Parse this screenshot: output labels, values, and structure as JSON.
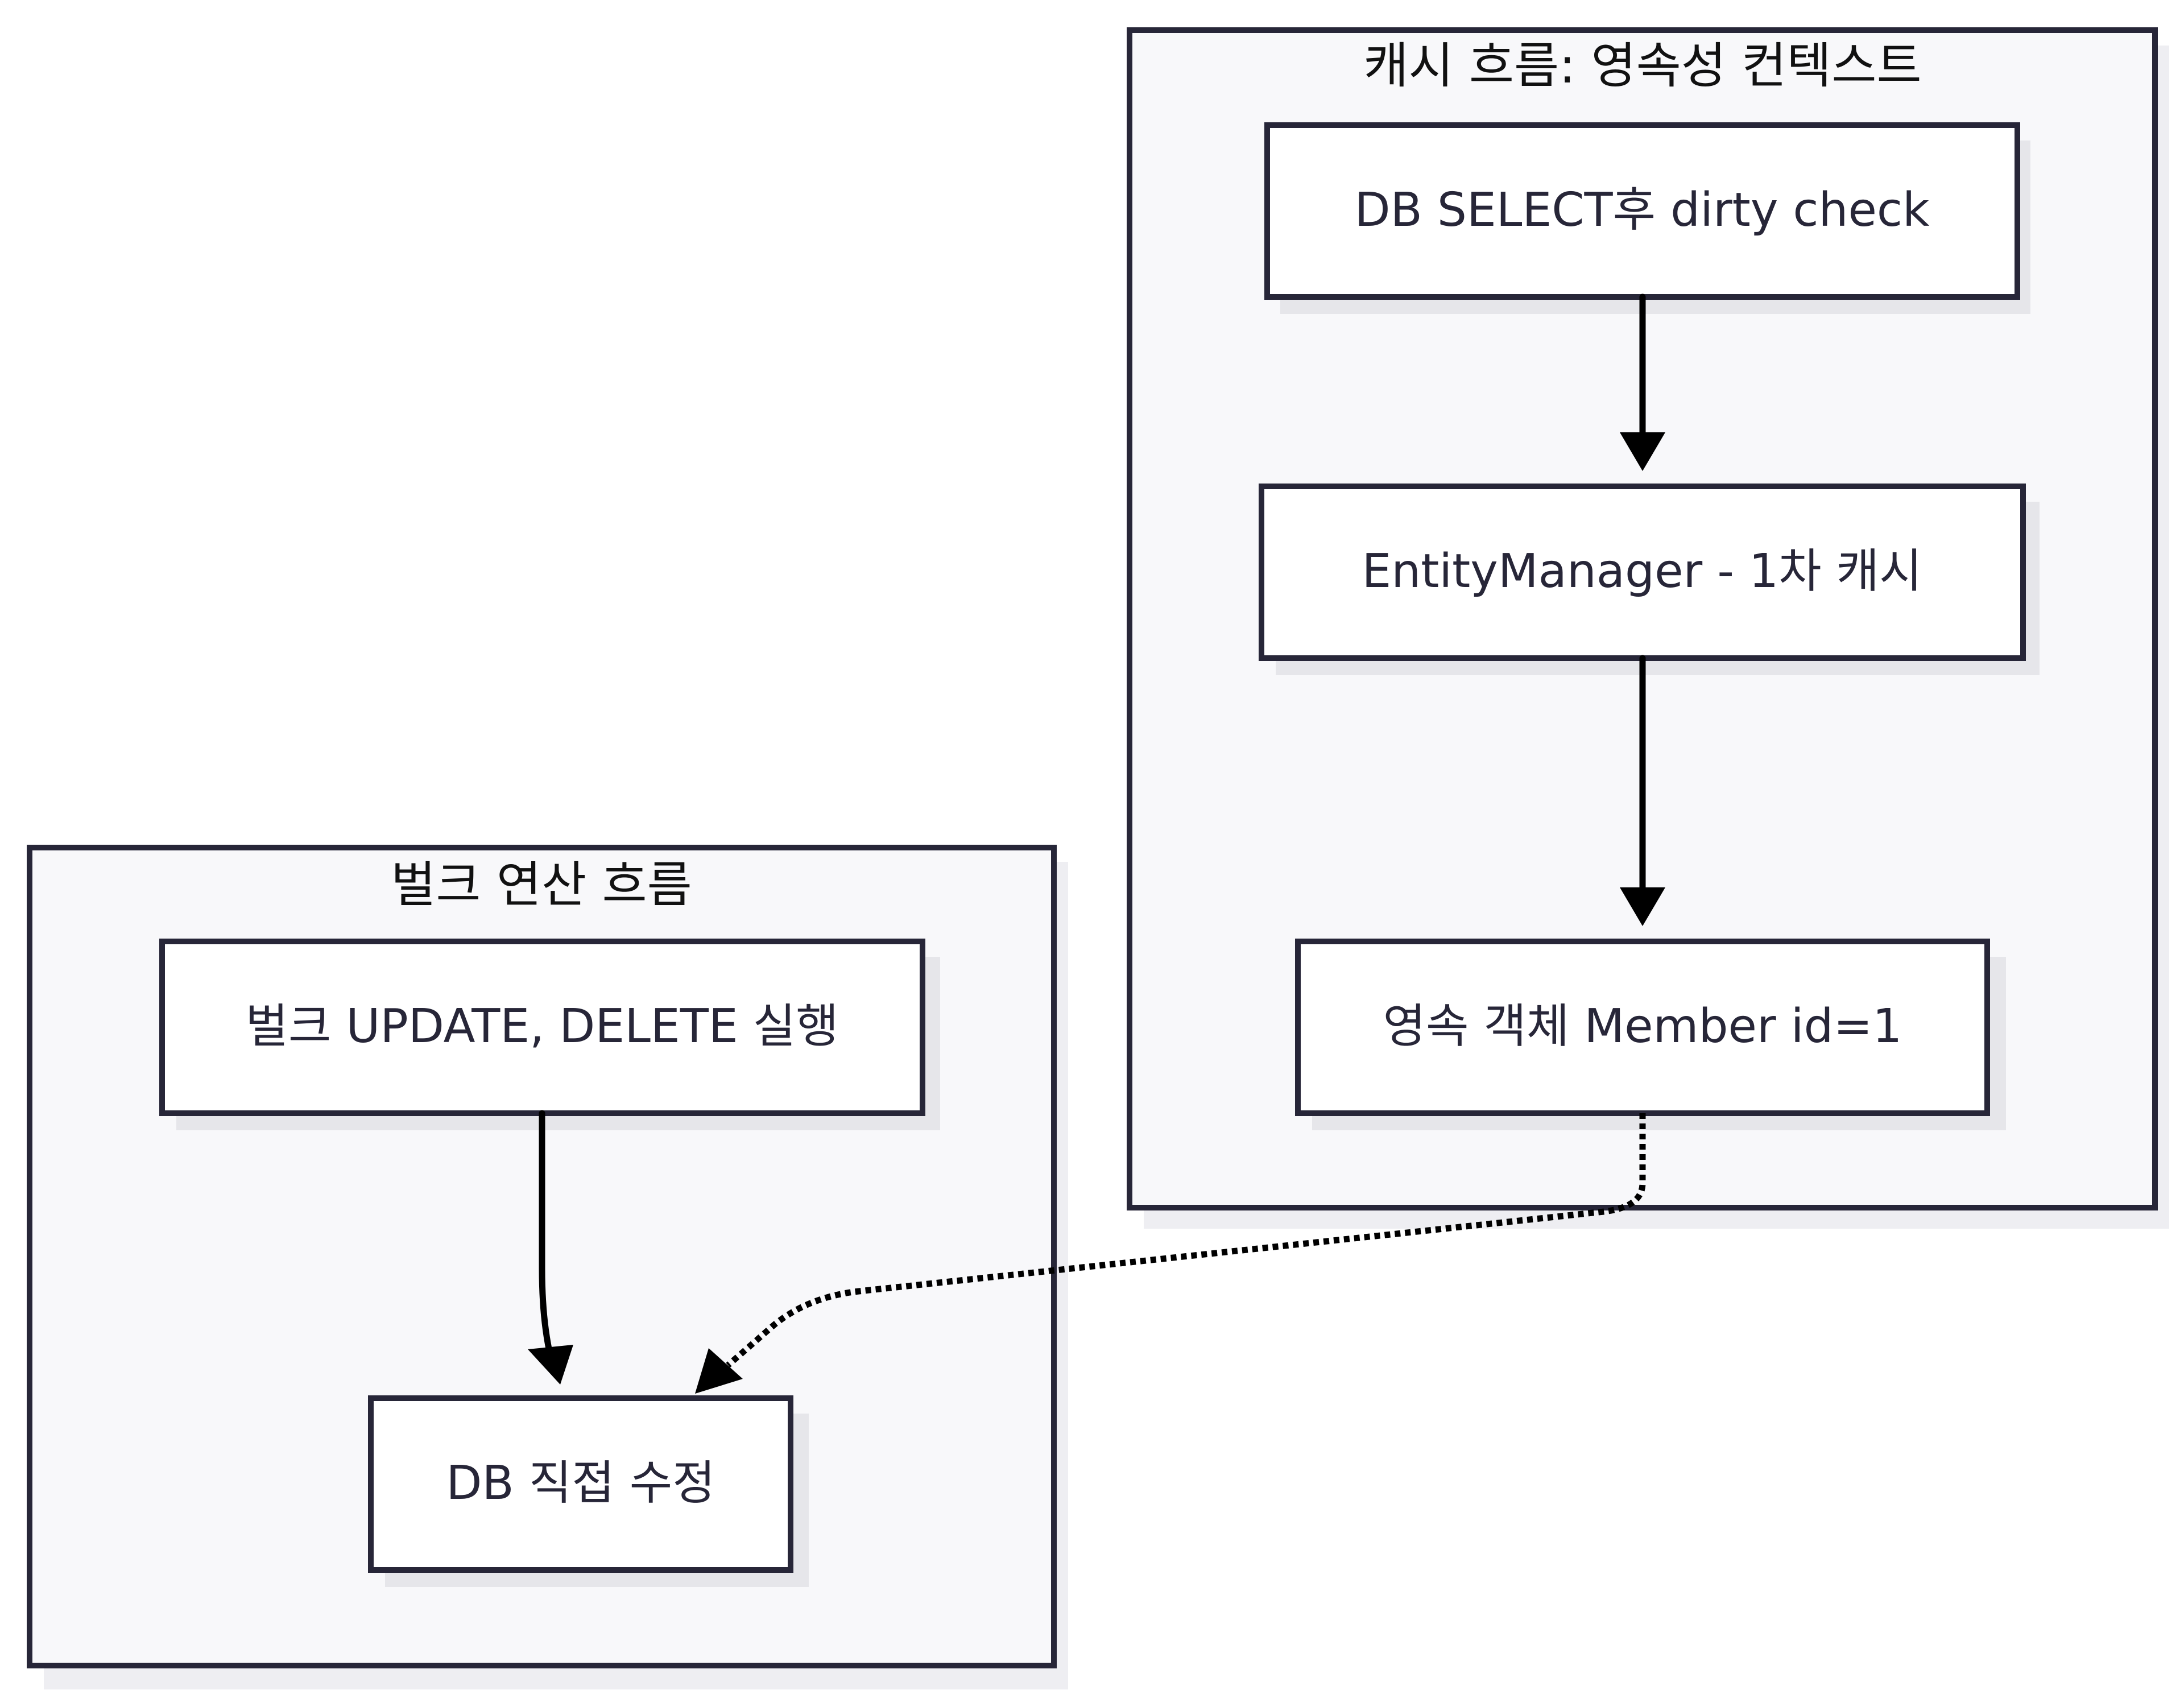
{
  "clusters": {
    "cache": {
      "title": "캐시 흐름: 영속성 컨텍스트"
    },
    "bulk": {
      "title": "벌크 연산 흐름"
    }
  },
  "nodes": {
    "select_dirty": {
      "label": "DB SELECT후 dirty check"
    },
    "entity_manager": {
      "label": "EntityManager - 1차 캐시"
    },
    "persistent_member": {
      "label": "영속 객체 Member id=1"
    },
    "bulk_exec": {
      "label": "벌크 UPDATE, DELETE 실행"
    },
    "db_direct": {
      "label": "DB 직접 수정"
    }
  },
  "edges": [
    {
      "from": "select_dirty",
      "to": "entity_manager",
      "style": "solid"
    },
    {
      "from": "entity_manager",
      "to": "persistent_member",
      "style": "solid"
    },
    {
      "from": "bulk_exec",
      "to": "db_direct",
      "style": "solid"
    },
    {
      "from": "persistent_member",
      "to": "db_direct",
      "style": "dotted"
    }
  ]
}
